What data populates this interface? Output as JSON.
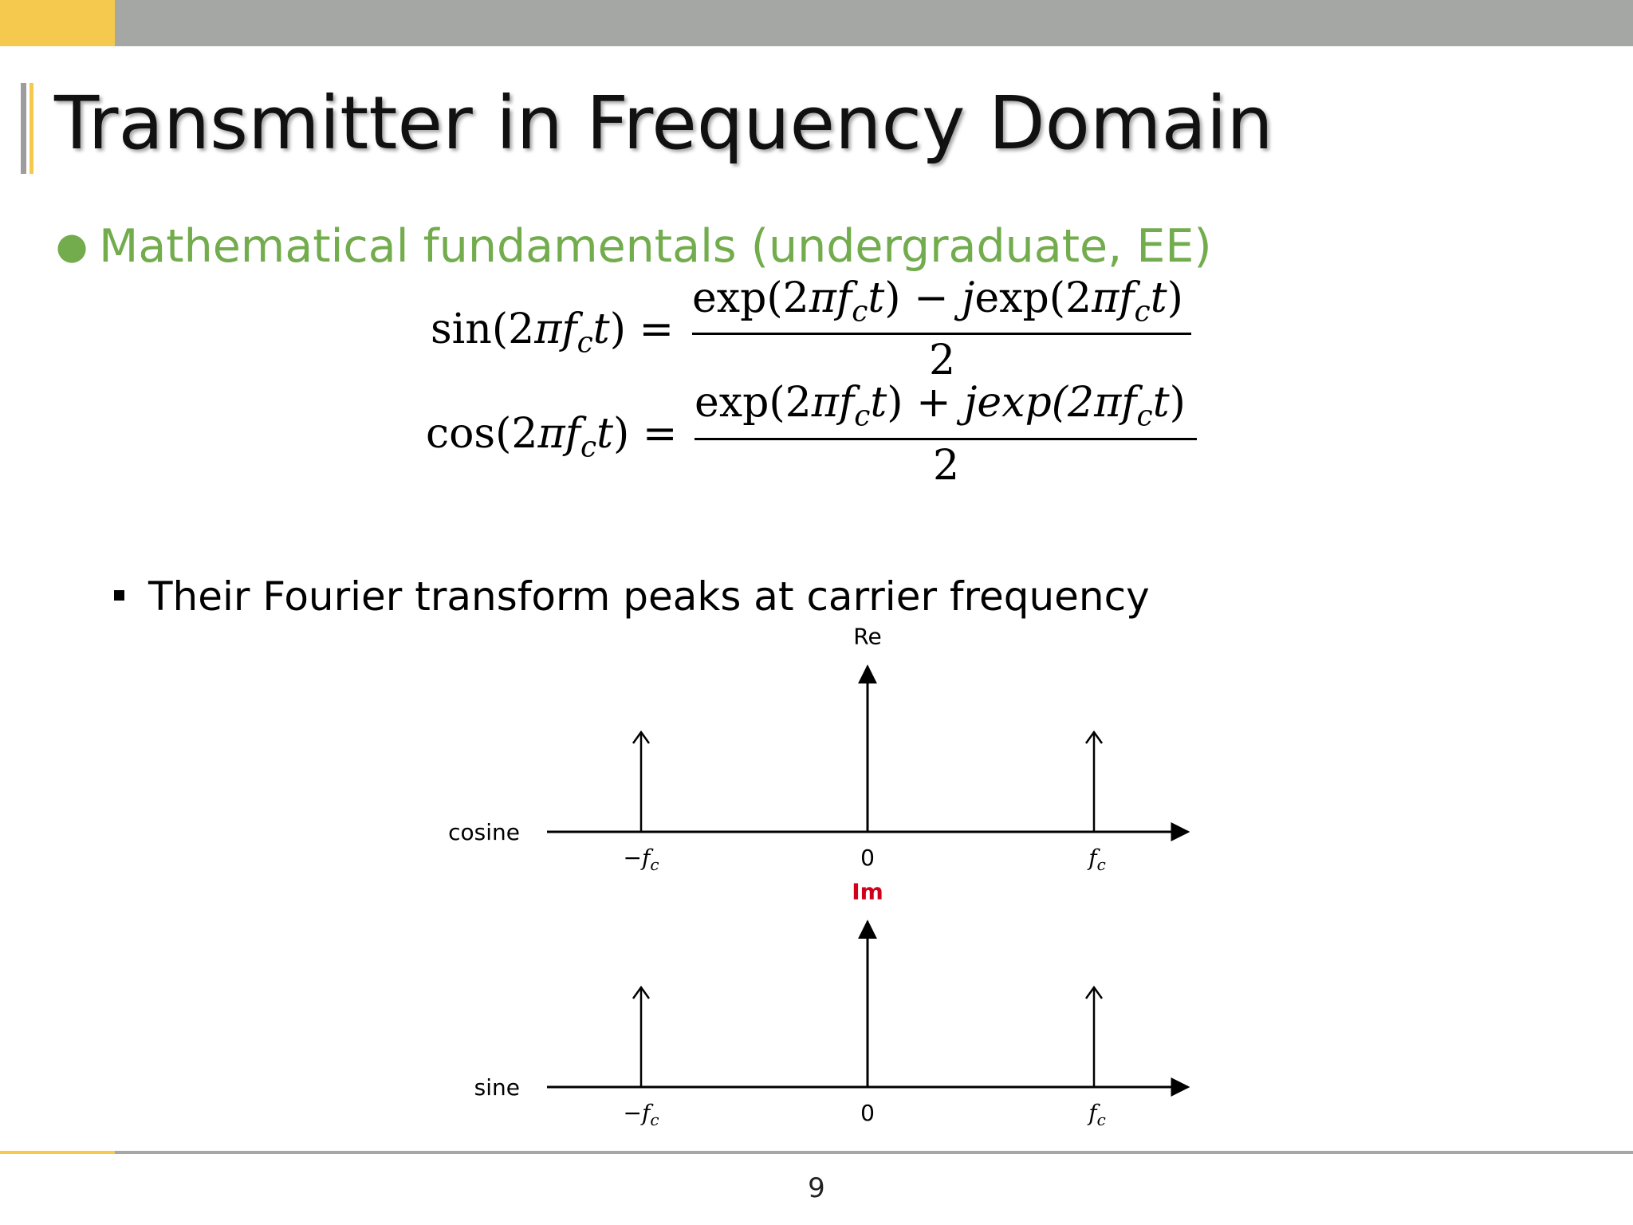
{
  "slide": {
    "title": "Transmitter in Frequency Domain",
    "bullet_main": "Mathematical fundamentals (undergraduate, EE)",
    "bullet_sub": "Their Fourier transform peaks at carrier frequency",
    "page_number": "9"
  },
  "equations": {
    "sin_lhs_fn": "sin",
    "cos_lhs_fn": "cos",
    "sin_num_left": "exp(2",
    "sin_op": "−",
    "sin_num_right_prefix": "j",
    "sin_num_right_fn": "exp(2",
    "cos_op": "+",
    "cos_num_right": "jexp(2",
    "denominator": "2"
  },
  "colors": {
    "accent_yellow": "#f5c94e",
    "bar_gray": "#a5a7a4",
    "bullet_green": "#72ac4d",
    "im_red": "#d0021b"
  },
  "chart_data": [
    {
      "type": "stem",
      "row_label": "cosine",
      "axis_label": "Re",
      "axis_label_color": "#000000",
      "x_ticks": [
        "−fc",
        "0",
        "fc"
      ],
      "impulses": [
        {
          "x": "−fc",
          "height": 1
        },
        {
          "x": "0",
          "height": 1.5,
          "is_axis": true
        },
        {
          "x": "fc",
          "height": 1
        }
      ]
    },
    {
      "type": "stem",
      "row_label": "sine",
      "axis_label": "Im",
      "axis_label_color": "#d0021b",
      "x_ticks": [
        "−fc",
        "0",
        "fc"
      ],
      "impulses": [
        {
          "x": "−fc",
          "height": 1
        },
        {
          "x": "0",
          "height": 1.5,
          "is_axis": true
        },
        {
          "x": "fc",
          "height": 1
        }
      ]
    }
  ]
}
